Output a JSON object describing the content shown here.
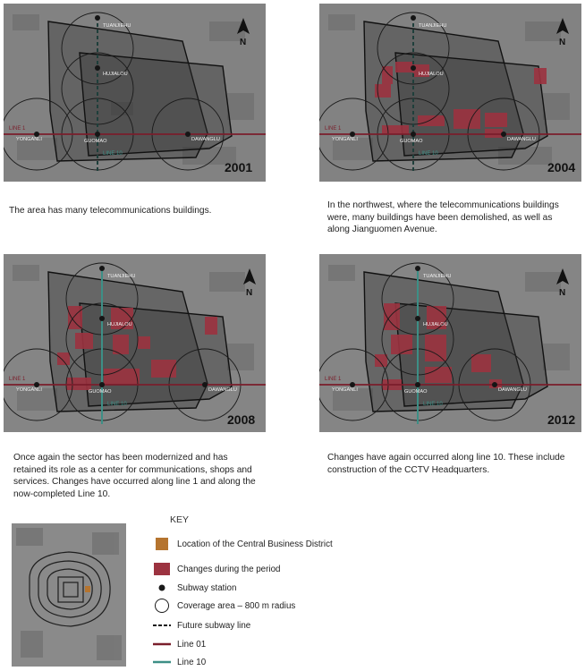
{
  "panels": [
    {
      "year": "2001",
      "caption": "The area has many telecommunications buildings.",
      "line10_style": "future"
    },
    {
      "year": "2004",
      "caption": "In the northwest, where the telecommunications buildings were, many buildings have been demolished, as well as along Jianguomen Avenue.",
      "line10_style": "future"
    },
    {
      "year": "2008",
      "caption": "Once again the sector has been modernized and has retained its role as a center for communications, shops and services. Changes have occurred along line 1 and along the now-completed Line 10.",
      "line10_style": "built"
    },
    {
      "year": "2012",
      "caption": "Changes have again occurred along line 10. These include construction of the CCTV Headquarters.",
      "line10_style": "built"
    }
  ],
  "map_labels": {
    "north": "N",
    "line1": "LINE 1",
    "line10": "LINE 10",
    "stations": [
      "TUANJIEHU",
      "HUJIALOU",
      "YONGANLI",
      "GUOMAO",
      "DAWANGLU"
    ]
  },
  "key": {
    "title": "KEY",
    "items": [
      {
        "label": "Location of the Central Business District",
        "icon": "cbd-swatch",
        "color": "#b5742f"
      },
      {
        "label": "Changes during the period",
        "icon": "change-swatch",
        "color": "#9c3340"
      },
      {
        "label": "Subway station",
        "icon": "station-dot",
        "color": "#1a1a1a"
      },
      {
        "label": "Coverage area – 800 m radius",
        "icon": "coverage-circle",
        "color": "#1a1a1a"
      },
      {
        "label": "Future subway line",
        "icon": "dashed-line",
        "color": "#1a1a1a"
      },
      {
        "label": "Line 01",
        "icon": "line01",
        "color": "#7a1e2b"
      },
      {
        "label": "Line 10",
        "icon": "line10",
        "color": "#3d8f86"
      }
    ]
  },
  "colors": {
    "change": "#9c3340",
    "line1": "#7a1e2b",
    "line10": "#3d8f86",
    "cbd": "#b5742f"
  }
}
